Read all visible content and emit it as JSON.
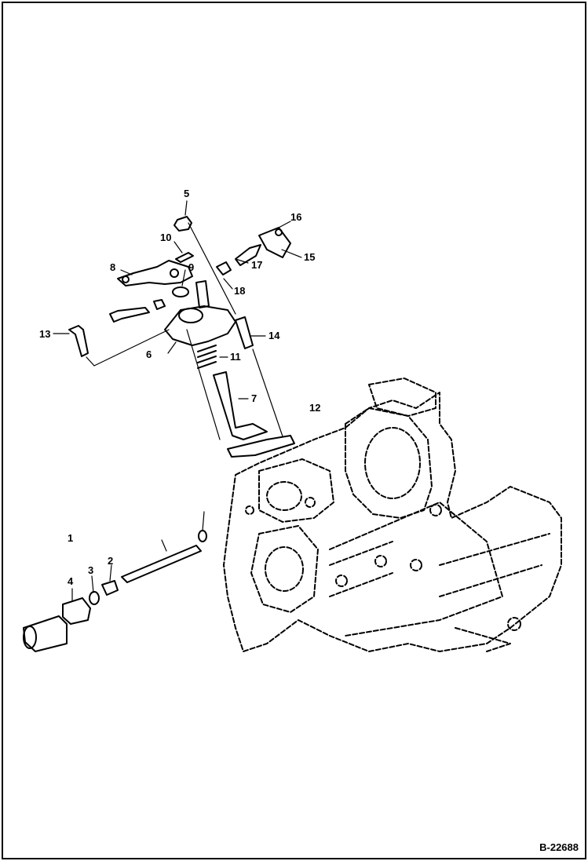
{
  "diagram": {
    "figure_number": "B-22688",
    "callouts": [
      {
        "id": "c1",
        "label": "1"
      },
      {
        "id": "c2",
        "label": "2"
      },
      {
        "id": "c3",
        "label": "3"
      },
      {
        "id": "c4",
        "label": "4"
      },
      {
        "id": "c5",
        "label": "5"
      },
      {
        "id": "c6",
        "label": "6"
      },
      {
        "id": "c7",
        "label": "7"
      },
      {
        "id": "c8",
        "label": "8"
      },
      {
        "id": "c9",
        "label": "9"
      },
      {
        "id": "c10",
        "label": "10"
      },
      {
        "id": "c11",
        "label": "11"
      },
      {
        "id": "c12",
        "label": "12"
      },
      {
        "id": "c13",
        "label": "13"
      },
      {
        "id": "c14",
        "label": "14"
      },
      {
        "id": "c15",
        "label": "15"
      },
      {
        "id": "c16",
        "label": "16"
      },
      {
        "id": "c17",
        "label": "17"
      },
      {
        "id": "c18",
        "label": "18"
      }
    ]
  }
}
